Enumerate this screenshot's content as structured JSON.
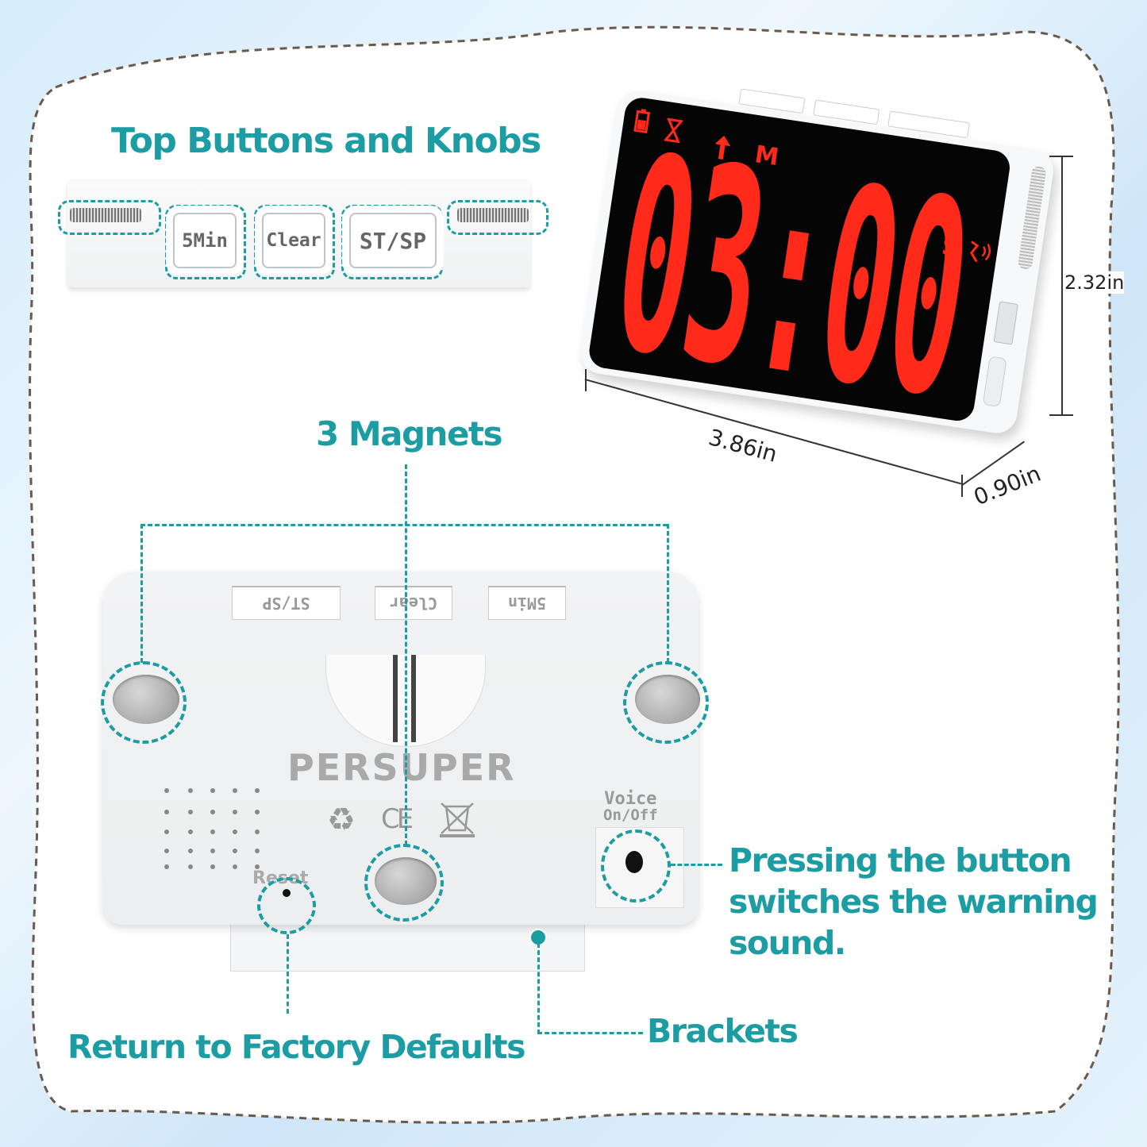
{
  "colors": {
    "accent": "#1c9ca3",
    "display_digits": "#ff2a1a",
    "display_bg": "#050505"
  },
  "top_section": {
    "title": "Top Buttons and Knobs",
    "buttons": [
      "5Min",
      "Clear",
      "ST/SP"
    ]
  },
  "display": {
    "time": "03:00",
    "minute_label": "M",
    "second_label": "S",
    "icons": [
      "battery-icon",
      "hourglass-icon",
      "count-up-arrow-icon",
      "vibration-sound-icon"
    ]
  },
  "dimensions": {
    "height": "2.32in",
    "width": "3.86in",
    "depth": "0.90in"
  },
  "back": {
    "magnets_label": "3 Magnets",
    "buttons": [
      "ST/SP",
      "Clear",
      "5Min"
    ],
    "brand": "PERSUPER",
    "voice_label_1": "Voice",
    "voice_label_2": "On/Off",
    "reset_label": "Reset",
    "cert_icons": [
      "recycle-icon",
      "ce-mark-icon",
      "weee-bin-icon"
    ]
  },
  "callouts": {
    "voice": [
      "Pressing the button",
      "switches the warning",
      "sound."
    ],
    "reset": "Return to Factory Defaults",
    "brackets": "Brackets"
  }
}
